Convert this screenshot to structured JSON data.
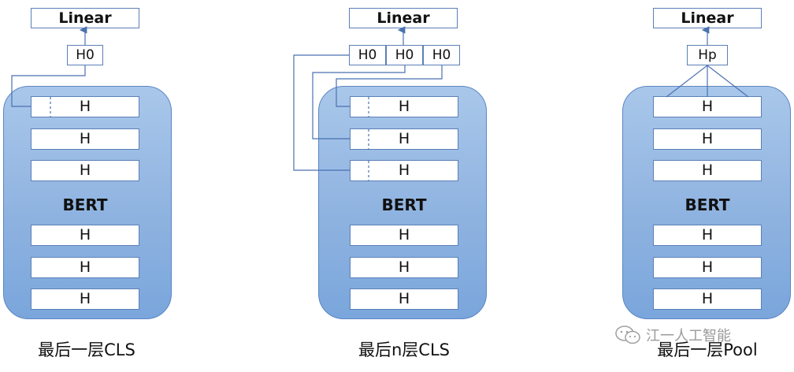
{
  "panels": [
    {
      "id": "last-layer-cls",
      "linear_label": "Linear",
      "heads": [
        "H0"
      ],
      "bert_label": "BERT",
      "layers_top": [
        "H",
        "H",
        "H"
      ],
      "layers_bottom": [
        "H",
        "H",
        "H"
      ],
      "caption": "最后一层CLS"
    },
    {
      "id": "last-n-layers-cls",
      "linear_label": "Linear",
      "heads": [
        "H0",
        "H0",
        "H0"
      ],
      "bert_label": "BERT",
      "layers_top": [
        "H",
        "H",
        "H"
      ],
      "layers_bottom": [
        "H",
        "H",
        "H"
      ],
      "caption": "最后n层CLS"
    },
    {
      "id": "last-layer-pool",
      "linear_label": "Linear",
      "heads": [
        "Hp"
      ],
      "bert_label": "BERT",
      "layers_top": [
        "H",
        "H",
        "H"
      ],
      "layers_bottom": [
        "H",
        "H",
        "H"
      ],
      "caption": "最后一层Pool"
    }
  ],
  "watermark": {
    "icon": "wechat-icon",
    "text": "江一人工智能"
  },
  "colors": {
    "bert_fill": "#8fb3e0",
    "bert_border": "#5b86c4",
    "wire": "#4a72b0",
    "box_border": "#5b7fb8"
  }
}
